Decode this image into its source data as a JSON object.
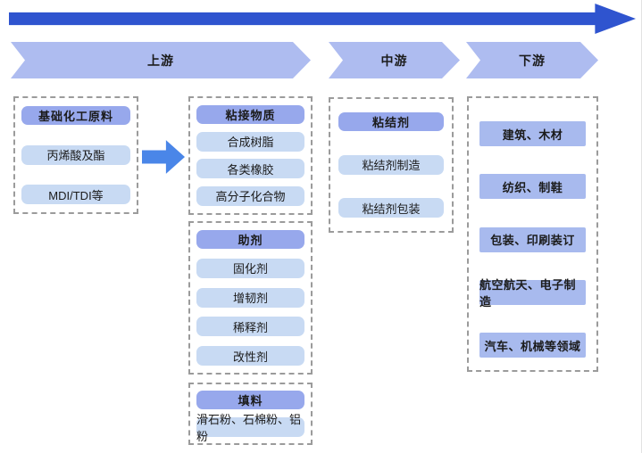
{
  "flow_banners": {
    "upstream": "上游",
    "midstream": "中游",
    "downstream": "下游"
  },
  "upstream": {
    "raw_materials": {
      "header": "基础化工原料",
      "items": [
        "丙烯酸及酯",
        "MDI/TDI等"
      ]
    },
    "bonding": {
      "header": "粘接物质",
      "items": [
        "合成树脂",
        "各类橡胶",
        "高分子化合物"
      ]
    },
    "additives": {
      "header": "助剂",
      "items": [
        "固化剂",
        "增韧剂",
        "稀释剂",
        "改性剂"
      ]
    },
    "fillers": {
      "header": "填料",
      "items": [
        "滑石粉、石棉粉、铝粉"
      ]
    }
  },
  "midstream": {
    "header": "粘结剂",
    "items": [
      "粘结剂制造",
      "粘结剂包装"
    ]
  },
  "downstream": {
    "items": [
      "建筑、木材",
      "纺织、制鞋",
      "包装、印刷装订",
      "航空航天、电子制造",
      "汽车、机械等领域"
    ]
  },
  "icons": {
    "top_flow_arrow": "right-arrow",
    "stage_connector": "right-arrow"
  },
  "colors": {
    "top_arrow": "#2f54cf",
    "banner": "#aebcf0",
    "header_pill": "#97a8ec",
    "light_item": "#c8daf3",
    "down_item": "#a8baee",
    "connector": "#4a86e8",
    "border": "#9b9b9b",
    "text": "#1b1b1b"
  }
}
